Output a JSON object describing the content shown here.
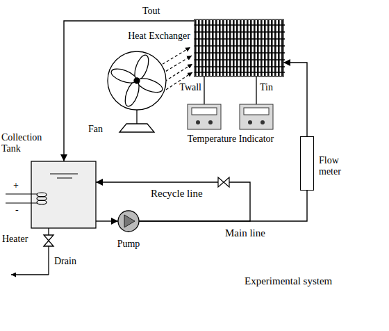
{
  "diagram": {
    "caption": "Experimental system",
    "nodes": [
      {
        "text": [
          "Heat Exchanger"
        ]
      },
      {
        "text": [
          "Fan"
        ]
      },
      {
        "text": [
          "Collection Tank"
        ]
      },
      {
        "text": [
          "Pump"
        ]
      },
      {
        "text": [
          "Flow meter"
        ]
      }
    ],
    "edges": [
      {
        "from": 2,
        "to": 3,
        "arrow": "to"
      },
      {
        "from": 3,
        "to": 4,
        "label": "Main line",
        "arrow": "none"
      },
      {
        "from": 4,
        "to": 0,
        "arrow": "to"
      },
      {
        "from": 0,
        "to": 2,
        "arrow": "to"
      },
      {
        "from": 3,
        "to": 2,
        "label": "Recycle line",
        "arrow": "to"
      }
    ],
    "labels": [
      "Tout",
      "Twall",
      "Tin",
      "Temperature Indicator",
      "+",
      "-",
      "Heater",
      "Drain"
    ]
  }
}
